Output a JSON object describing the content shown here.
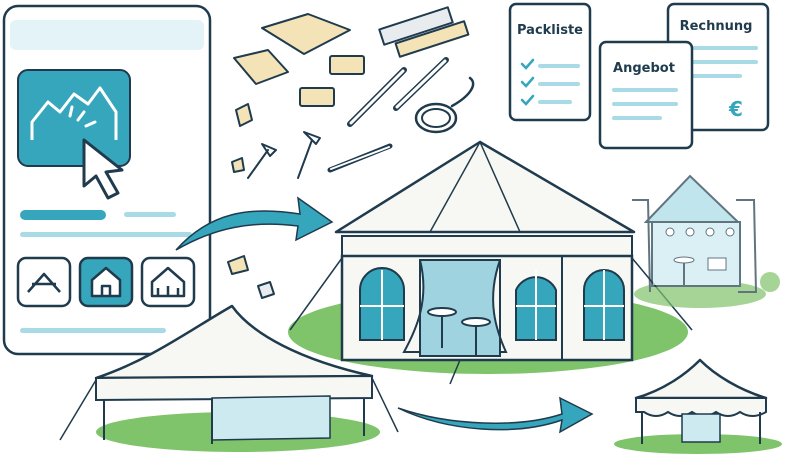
{
  "documents": {
    "packliste": {
      "title": "Packliste"
    },
    "angebot": {
      "title": "Angebot"
    },
    "rechnung": {
      "title": "Rechnung",
      "currency_symbol": "€"
    }
  },
  "colors": {
    "outline": "#1f3b4d",
    "accent": "#36a6bd",
    "accent_light": "#a8dbe6",
    "canvas": "#f7f8f3",
    "wood": "#f5e3b8",
    "grass": "#7fc36a"
  },
  "app_panel": {
    "icons": [
      "tent-style-1-icon",
      "house-tent-icon",
      "event-tent-icon"
    ],
    "selected_index": 1
  }
}
